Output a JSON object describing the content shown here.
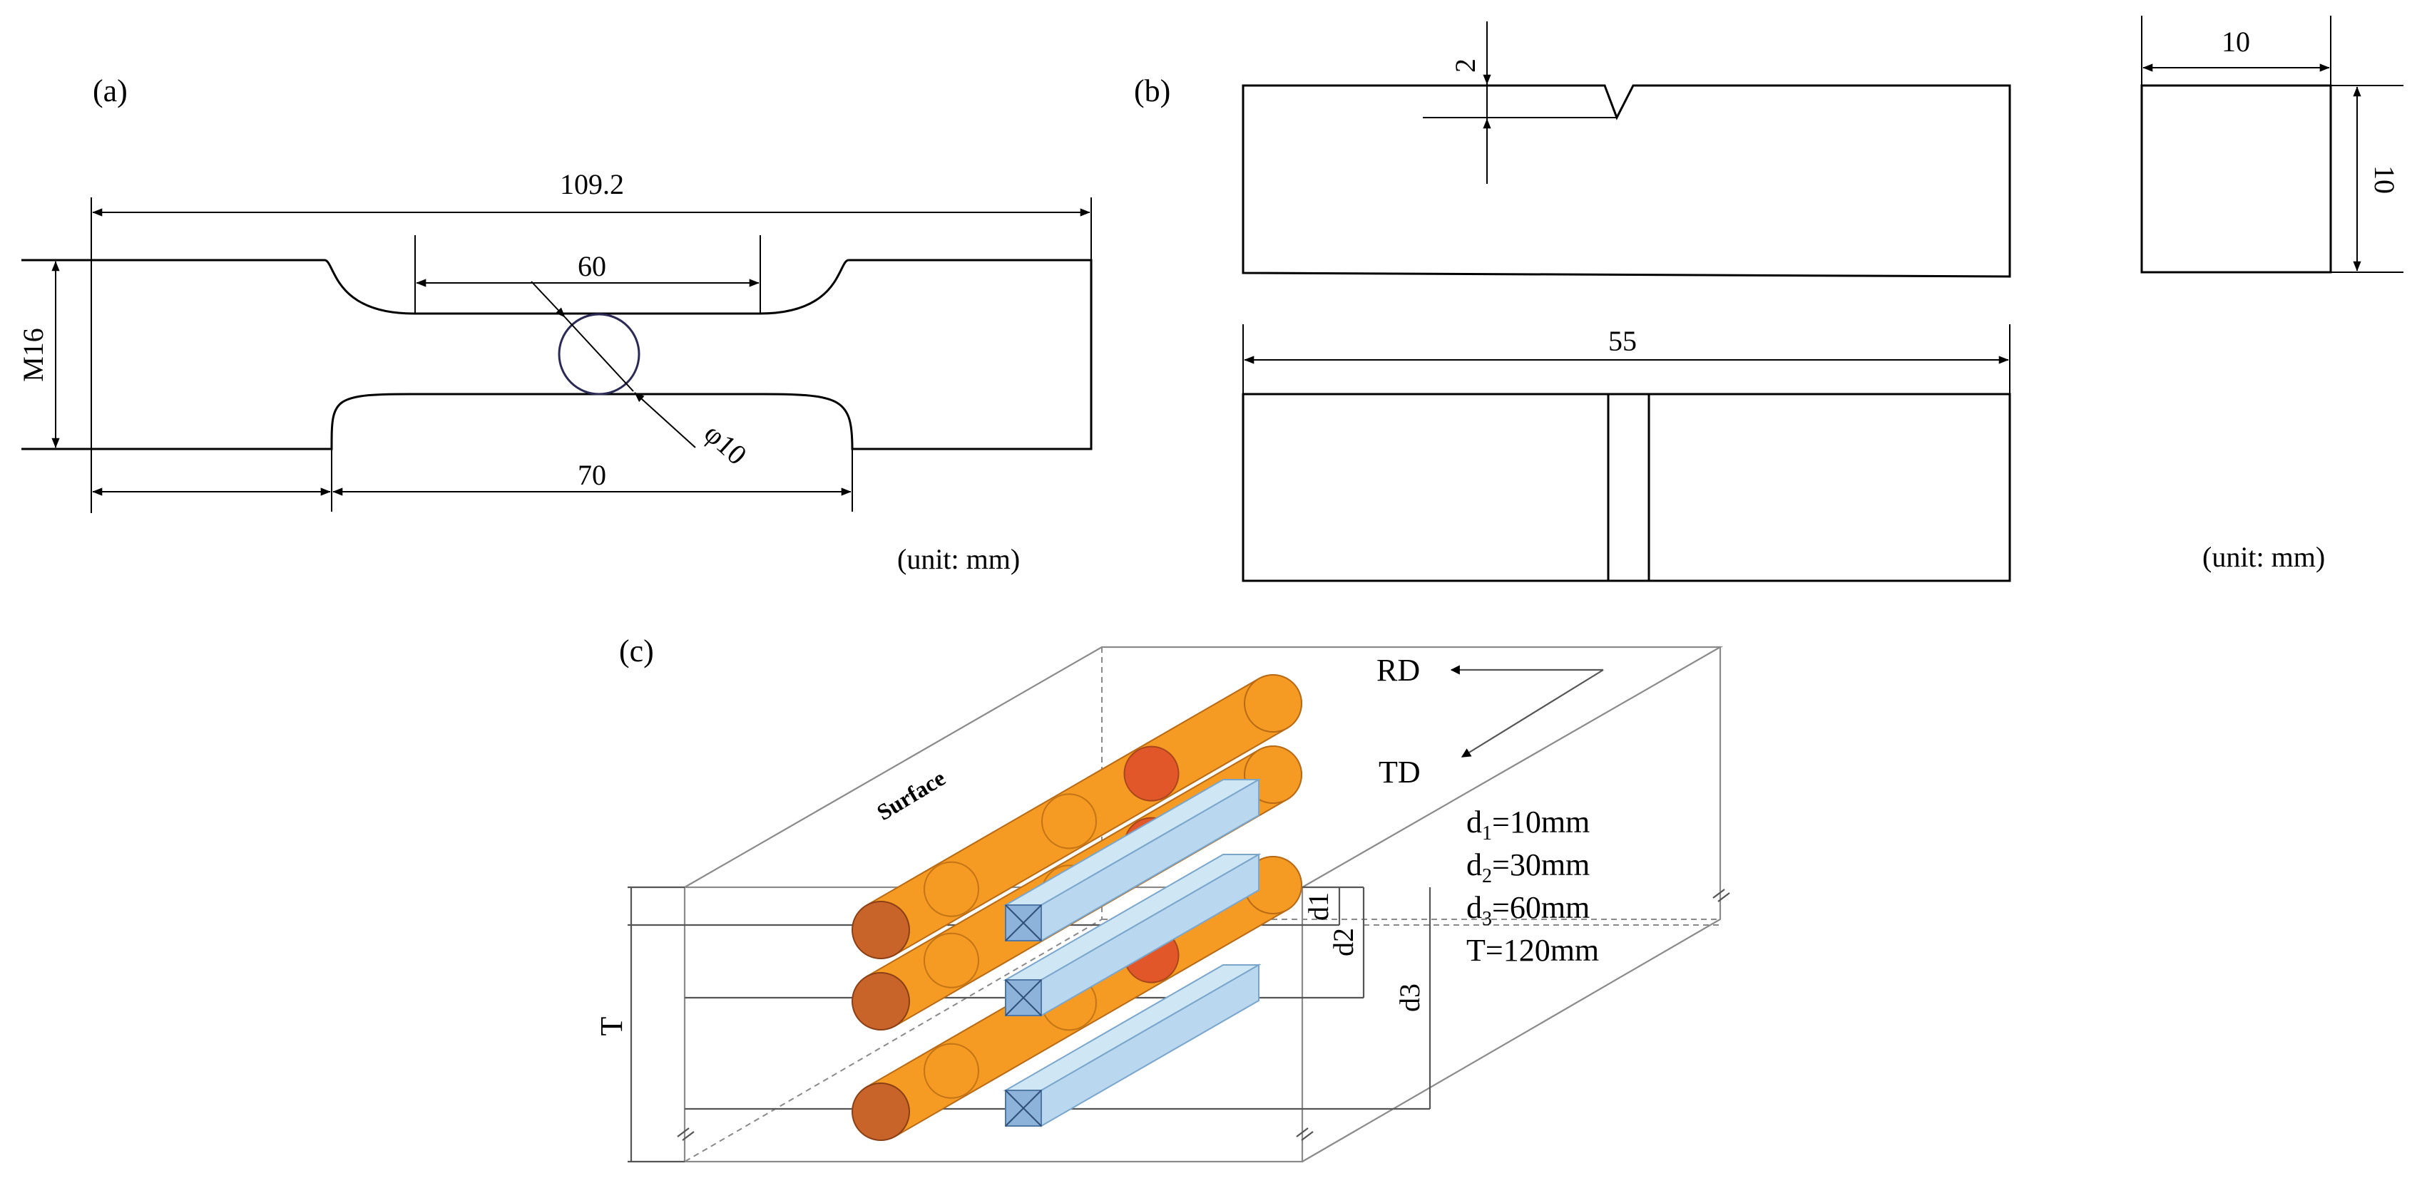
{
  "panel_a": {
    "label": "(a)",
    "dim_total": "109.2",
    "dim_gauge": "60",
    "dim_reduced": "70",
    "dim_thread": "M16",
    "dim_diameter": "φ10",
    "unit": "(unit: mm)"
  },
  "panel_b": {
    "label": "(b)",
    "dim_notch": "2",
    "dim_length": "55",
    "dim_width": "10",
    "dim_height": "10",
    "unit": "(unit: mm)"
  },
  "panel_c": {
    "label": "(c)",
    "surface": "Surface",
    "rd": "RD",
    "td": "TD",
    "d1_label": "d",
    "d1_sub": "1",
    "d1_text": "=10mm",
    "d2_label": "d",
    "d2_sub": "2",
    "d2_text": "=30mm",
    "d3_label": "d",
    "d3_sub": "3",
    "d3_text": "=60mm",
    "t_text": "T=120mm",
    "t_axis": "T",
    "dim_d1": "d1",
    "dim_d2": "d2",
    "dim_d3": "d3"
  },
  "colors": {
    "rod_body": "#F59A23",
    "rod_end": "#C8642A",
    "rod_ring": "#E2572A",
    "bar_face": "#CFE6F5",
    "bar_end": "#8DB3DA"
  }
}
